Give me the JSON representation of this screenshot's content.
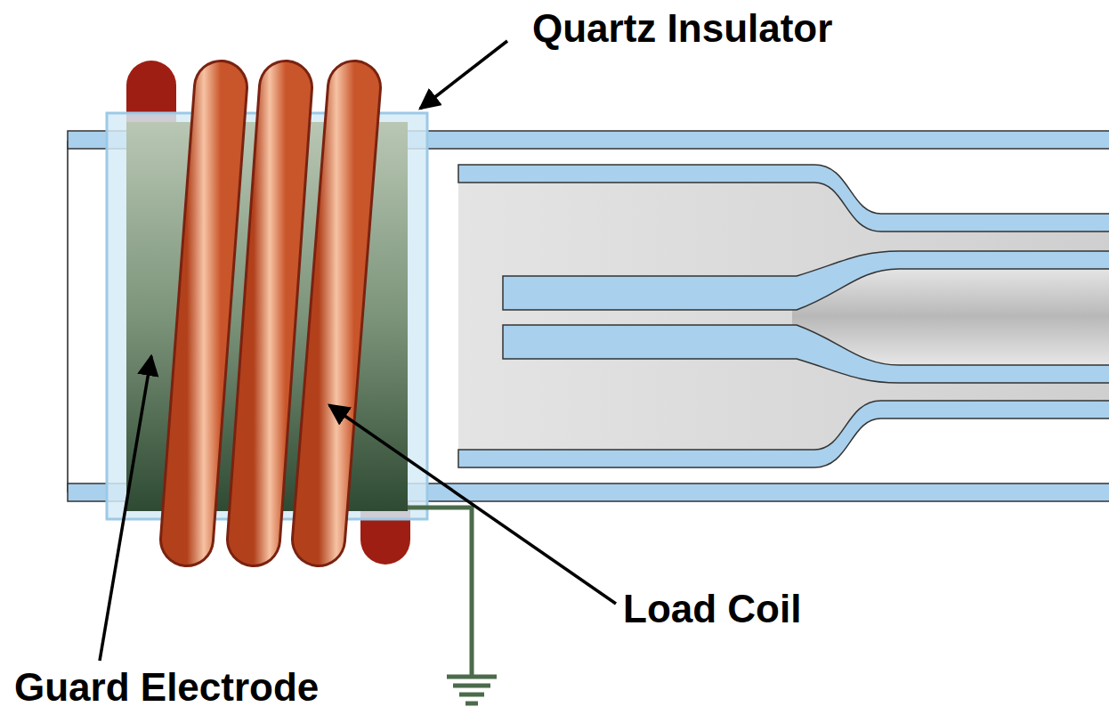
{
  "diagram": {
    "labels": [
      "Quartz Insulator",
      "Load Coil",
      "Guard Electrode"
    ]
  }
}
